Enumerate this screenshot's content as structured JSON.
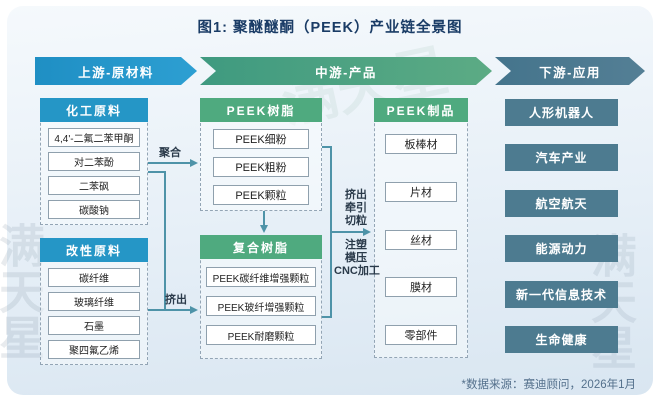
{
  "title": "图1: 聚醚醚酮（PEEK）产业链全景图",
  "stages": [
    {
      "label": "上游-原材料"
    },
    {
      "label": "中游-产品"
    },
    {
      "label": "下游-应用"
    }
  ],
  "upstream": {
    "groups": [
      {
        "header": "化工原料",
        "items": [
          "4,4'-二氟二苯甲酮",
          "对二苯酚",
          "二苯砜",
          "碳酸钠"
        ]
      },
      {
        "header": "改性原料",
        "items": [
          "碳纤维",
          "玻璃纤维",
          "石墨",
          "聚四氟乙烯"
        ]
      }
    ]
  },
  "midstream": {
    "resin": {
      "header": "PEEK树脂",
      "items": [
        "PEEK细粉",
        "PEEK粗粉",
        "PEEK颗粒"
      ]
    },
    "composite": {
      "header": "复合树脂",
      "items": [
        "PEEK碳纤维增强颗粒",
        "PEEK玻纤增强颗粒",
        "PEEK耐磨颗粒"
      ]
    },
    "products": {
      "header": "PEEK制品",
      "items": [
        "板棒材",
        "片材",
        "丝材",
        "膜材",
        "零部件"
      ]
    }
  },
  "downstream": {
    "items": [
      "人形机器人",
      "汽车产业",
      "航空航天",
      "能源动力",
      "新一代信息技术",
      "生命健康"
    ]
  },
  "process": {
    "polymerization": "聚合",
    "extrusion": "挤出",
    "extrude_steps": [
      "挤出",
      "牵引",
      "切粒"
    ],
    "molding_steps": [
      "注塑",
      "模压",
      "CNC加工"
    ]
  },
  "footer": "*数据来源：赛迪顾问，2026年1月",
  "watermark": "满天星",
  "colors": {
    "upstream_blue": "#2596c6",
    "midstream_green": "#4faa7f",
    "downstream_slate": "#4d7b90",
    "connector_teal": "#4e93a8",
    "title_navy": "#1a3c66"
  }
}
